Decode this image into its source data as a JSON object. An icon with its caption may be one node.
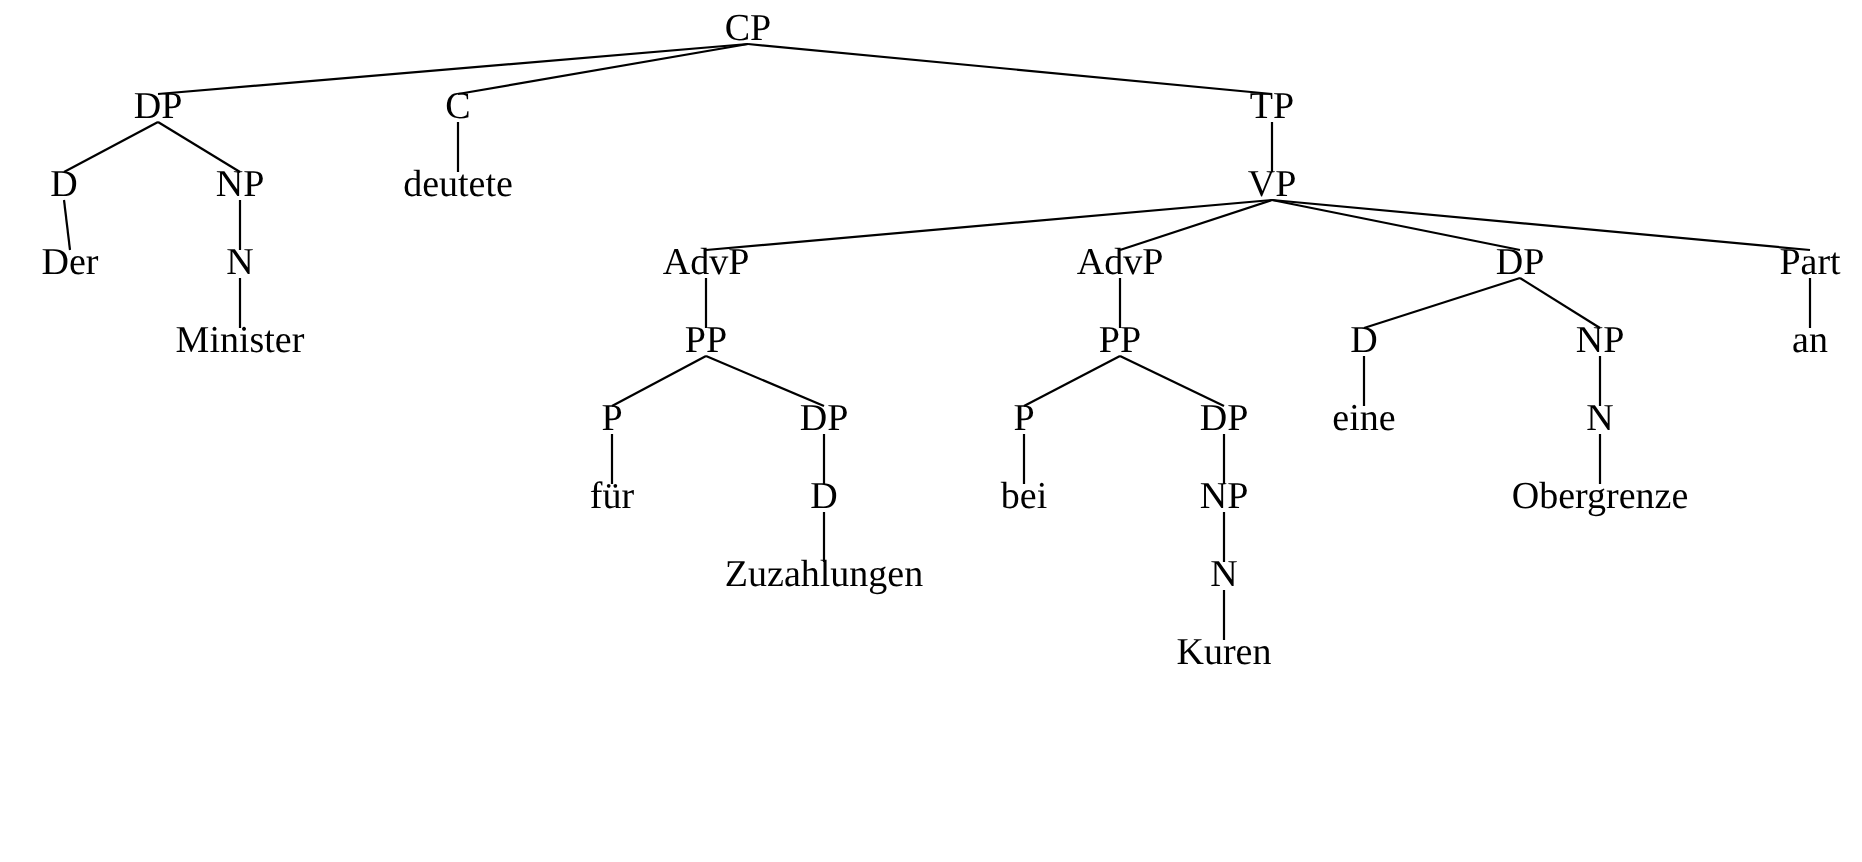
{
  "diagram": {
    "nodes": [
      {
        "text": [
          "CP"
        ]
      },
      {
        "text": [
          "DP"
        ]
      },
      {
        "text": [
          "C"
        ]
      },
      {
        "text": [
          "TP"
        ]
      },
      {
        "text": [
          "D"
        ]
      },
      {
        "text": [
          "NP"
        ]
      },
      {
        "text": [
          "deutete"
        ]
      },
      {
        "text": [
          "VP"
        ]
      },
      {
        "text": [
          "Der"
        ]
      },
      {
        "text": [
          "N"
        ]
      },
      {
        "text": [
          "AdvP"
        ]
      },
      {
        "text": [
          "AdvP"
        ]
      },
      {
        "text": [
          "DP"
        ]
      },
      {
        "text": [
          "Part"
        ]
      },
      {
        "text": [
          "Minister"
        ]
      },
      {
        "text": [
          "PP"
        ]
      },
      {
        "text": [
          "PP"
        ]
      },
      {
        "text": [
          "D"
        ]
      },
      {
        "text": [
          "NP"
        ]
      },
      {
        "text": [
          "an"
        ]
      },
      {
        "text": [
          "P"
        ]
      },
      {
        "text": [
          "DP"
        ]
      },
      {
        "text": [
          "P"
        ]
      },
      {
        "text": [
          "DP"
        ]
      },
      {
        "text": [
          "eine"
        ]
      },
      {
        "text": [
          "N"
        ]
      },
      {
        "text": [
          "für"
        ]
      },
      {
        "text": [
          "D"
        ]
      },
      {
        "text": [
          "bei"
        ]
      },
      {
        "text": [
          "NP"
        ]
      },
      {
        "text": [
          "Obergrenze"
        ]
      },
      {
        "text": [
          "Zuzahlungen"
        ]
      },
      {
        "text": [
          "N"
        ]
      },
      {
        "text": [
          "Kuren"
        ]
      }
    ],
    "edges": [
      {
        "from": 0,
        "to": 1,
        "arrow": "none"
      },
      {
        "from": 0,
        "to": 2,
        "arrow": "none"
      },
      {
        "from": 0,
        "to": 3,
        "arrow": "none"
      },
      {
        "from": 1,
        "to": 4,
        "arrow": "none"
      },
      {
        "from": 1,
        "to": 5,
        "arrow": "none"
      },
      {
        "from": 2,
        "to": 6,
        "arrow": "none"
      },
      {
        "from": 3,
        "to": 7,
        "arrow": "none"
      },
      {
        "from": 4,
        "to": 8,
        "arrow": "none"
      },
      {
        "from": 5,
        "to": 9,
        "arrow": "none"
      },
      {
        "from": 7,
        "to": 10,
        "arrow": "none"
      },
      {
        "from": 7,
        "to": 11,
        "arrow": "none"
      },
      {
        "from": 7,
        "to": 12,
        "arrow": "none"
      },
      {
        "from": 7,
        "to": 13,
        "arrow": "none"
      },
      {
        "from": 9,
        "to": 14,
        "arrow": "none"
      },
      {
        "from": 10,
        "to": 15,
        "arrow": "none"
      },
      {
        "from": 11,
        "to": 16,
        "arrow": "none"
      },
      {
        "from": 12,
        "to": 17,
        "arrow": "none"
      },
      {
        "from": 12,
        "to": 18,
        "arrow": "none"
      },
      {
        "from": 13,
        "to": 19,
        "arrow": "none"
      },
      {
        "from": 15,
        "to": 20,
        "arrow": "none"
      },
      {
        "from": 15,
        "to": 21,
        "arrow": "none"
      },
      {
        "from": 16,
        "to": 22,
        "arrow": "none"
      },
      {
        "from": 16,
        "to": 23,
        "arrow": "none"
      },
      {
        "from": 17,
        "to": 24,
        "arrow": "none"
      },
      {
        "from": 18,
        "to": 25,
        "arrow": "none"
      },
      {
        "from": 20,
        "to": 26,
        "arrow": "none"
      },
      {
        "from": 21,
        "to": 27,
        "arrow": "none"
      },
      {
        "from": 22,
        "to": 28,
        "arrow": "none"
      },
      {
        "from": 23,
        "to": 29,
        "arrow": "none"
      },
      {
        "from": 25,
        "to": 30,
        "arrow": "none"
      },
      {
        "from": 27,
        "to": 31,
        "arrow": "none"
      },
      {
        "from": 29,
        "to": 32,
        "arrow": "none"
      },
      {
        "from": 32,
        "to": 33,
        "arrow": "none"
      }
    ]
  }
}
